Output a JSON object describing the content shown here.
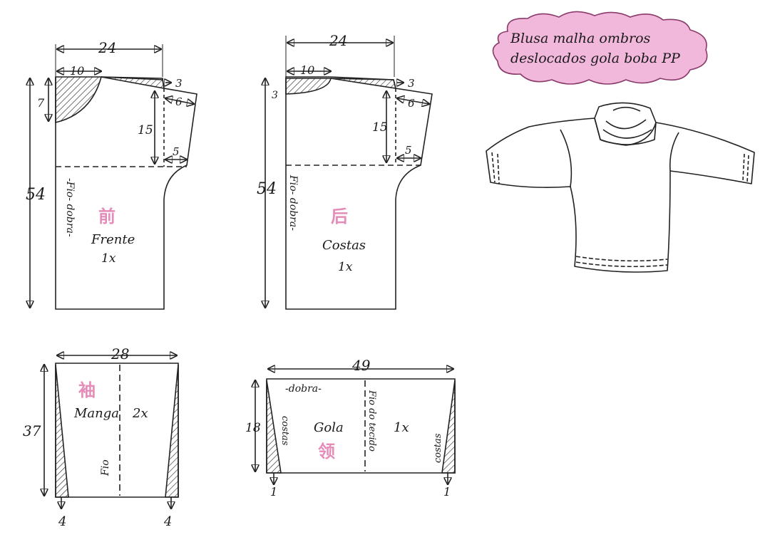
{
  "title_cloud": {
    "line1": "Blusa malha ombros",
    "line2": "deslocados gola boba PP",
    "fill": "#f2b8dc",
    "stroke": "#8a3a6a"
  },
  "front": {
    "dims": {
      "width": "24",
      "neck_width": "10",
      "neck_depth": "7",
      "shoulder_drop": "3",
      "sleeve_ext": "6",
      "armhole": "15",
      "armhole_curve": "5",
      "length": "54"
    },
    "grain": "-Fio- dobra-",
    "cjk": "前",
    "name": "Frente",
    "qty": "1x"
  },
  "back": {
    "dims": {
      "width": "24",
      "neck_width": "10",
      "neck_depth": "3",
      "shoulder_drop": "3",
      "sleeve_ext": "6",
      "armhole": "15",
      "armhole_curve": "5",
      "length": "54"
    },
    "grain": "Fio- dobra-",
    "cjk": "后",
    "name": "Costas",
    "qty": "1x"
  },
  "sleeve": {
    "dims": {
      "width": "28",
      "length": "37",
      "taper_left": "4",
      "taper_right": "4"
    },
    "cjk": "袖",
    "name": "Manga",
    "qty": "2x",
    "grain": "Fio"
  },
  "collar": {
    "dims": {
      "width": "49",
      "height": "18",
      "taper_left": "1",
      "taper_right": "1"
    },
    "fold": "-dobra-",
    "grain": "Fio do tecido",
    "cjk": "领",
    "name": "Gola",
    "qty": "1x",
    "side_left": "costas",
    "side_right": "costas"
  },
  "colors": {
    "ink": "#1a1a1a",
    "cjk_pink": "#e58cb8"
  }
}
